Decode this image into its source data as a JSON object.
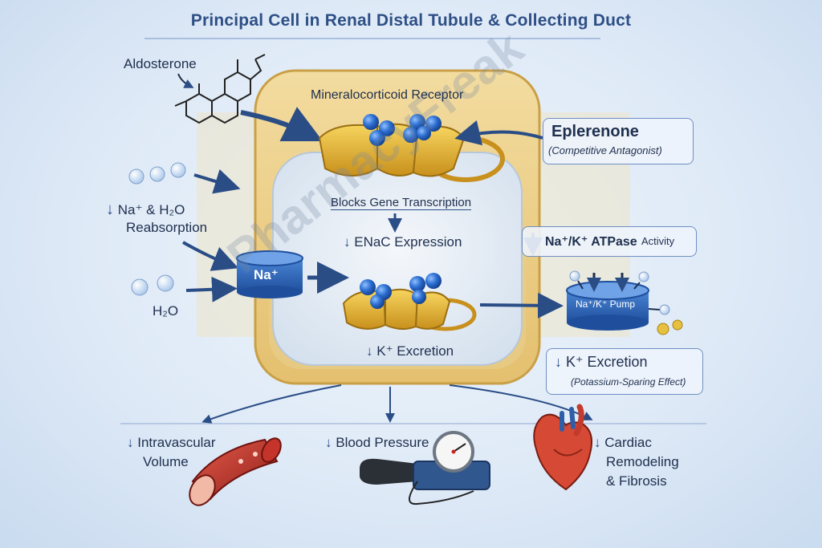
{
  "title": "Principal Cell in Renal Distal Tubule & Collecting Duct",
  "labels": {
    "aldosterone": "Aldosterone",
    "mineralocorticoid_receptor": "Mineralocorticoid Receptor",
    "eplerenone": "Eplerenone",
    "eplerenone_sub": "(Competitive Antagonist)",
    "blocks_gene_transcription": "Blocks Gene Transcription",
    "enac_expression": "ENaC Expression",
    "na_h2o_line1": "Na⁺ & H₂O",
    "na_h2o_line2": "Reabsorption",
    "na_channel": "Na⁺",
    "h2o": "H₂O",
    "atpase_main": "Na⁺/K⁺ ATPase",
    "atpase_suffix": "Activity",
    "pump": "Na⁺/K⁺ Pump",
    "k_excretion_inside": "K⁺ Excretion",
    "k_excretion_right": "K⁺ Excretion",
    "potassium_sparing": "(Potassium-Sparing Effect)",
    "intravascular_line1": "Intravascular",
    "intravascular_line2": "Volume",
    "blood_pressure": "Blood Pressure",
    "cardiac_line1": "Cardiac",
    "cardiac_line2": "Remodeling",
    "cardiac_line3": "& Fibrosis"
  },
  "watermark": "PharmacyFreak",
  "colors": {
    "title": "#2e4f86",
    "arrow": "#2a4d86",
    "cell_membrane": "#e9c877",
    "receptor_gold": "#e3b636",
    "ligand_blue": "#2f6fd0"
  },
  "icons": [
    "aldosterone-structure-icon",
    "receptor-icon",
    "enac-channel-icon",
    "na-channel-icon",
    "pump-icon",
    "vessel-icon",
    "sphygmomanometer-icon",
    "heart-icon"
  ]
}
